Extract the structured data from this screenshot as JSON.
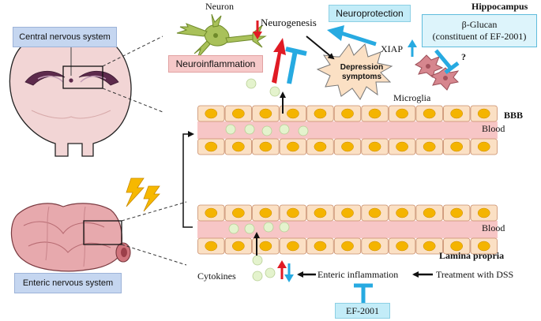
{
  "labels": {
    "cns": "Central nervous system",
    "ens": "Enteric nervous system",
    "hippocampus": "Hippocampus",
    "neuron": "Neuron",
    "neurogenesis": "Neurogenesis",
    "neuroprotection": "Neuroprotection",
    "neuroinflammation": "Neuroinflammation",
    "depression": "Depression symptoms",
    "xiap": "XIAP",
    "microglia": "Microglia",
    "beta_glucan_line1": "β-Glucan",
    "beta_glucan_line2": "(constituent of EF-2001)",
    "question": "?",
    "bbb": "BBB",
    "blood_upper": "Blood",
    "blood_lower": "Blood",
    "lamina_propria": "Lamina propria",
    "cytokines": "Cytokines",
    "enteric_inflammation": "Enteric inflammation",
    "treatment": "Treatment with DSS",
    "ef2001": "EF-2001"
  },
  "colors": {
    "cns_box": "#c5d6f0",
    "neuroinflammation_box": "#f6c9c9",
    "neuroprotection_box": "#c3ecf8",
    "beta_glucan_box": "#ddf4fb",
    "ef2001_box": "#c3ecf8",
    "blood": "#f7c6c6",
    "cell": "#fbe0c4",
    "nucleus": "#f4b400",
    "vesicle": "#e4f3cd",
    "inhibit": "#27aae1",
    "increase": "#e01b24",
    "star": "#fbe0c4",
    "microglia": "#d6868e",
    "neuron": "#a9c15a",
    "brain": "#f2d5d5",
    "colon": "#dd8e95"
  },
  "icons": {
    "brain": "brain-section-icon",
    "colon": "colon-icon",
    "lightning": "lightning-bolt-icon",
    "neuron": "neuron-icon",
    "microglia": "microglia-icon"
  }
}
